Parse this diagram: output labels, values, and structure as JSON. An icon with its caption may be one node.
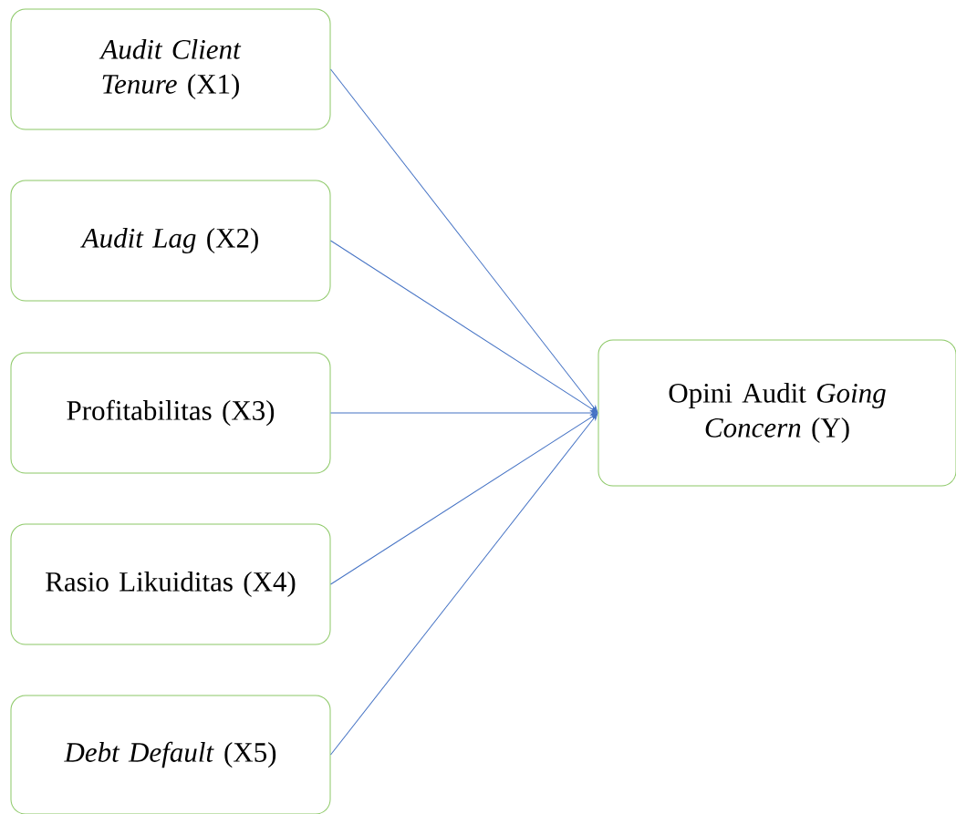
{
  "diagram": {
    "nodes": [
      {
        "text": [
          "*Audit Client Tenure* (X1)"
        ]
      },
      {
        "text": [
          "*Audit Lag* (X2)"
        ]
      },
      {
        "text": [
          "Profitabilitas (X3)"
        ]
      },
      {
        "text": [
          "Rasio Likuiditas (X4)"
        ]
      },
      {
        "text": [
          "*Debt Default* (X5)"
        ]
      },
      {
        "text": [
          "Opini Audit *Going Concern* (Y)"
        ]
      }
    ],
    "edges": [
      {
        "from": 0,
        "to": 5,
        "arrow": "to"
      },
      {
        "from": 1,
        "to": 5,
        "arrow": "to"
      },
      {
        "from": 2,
        "to": 5,
        "arrow": "to"
      },
      {
        "from": 3,
        "to": 5,
        "arrow": "to"
      },
      {
        "from": 4,
        "to": 5,
        "arrow": "to"
      }
    ]
  }
}
